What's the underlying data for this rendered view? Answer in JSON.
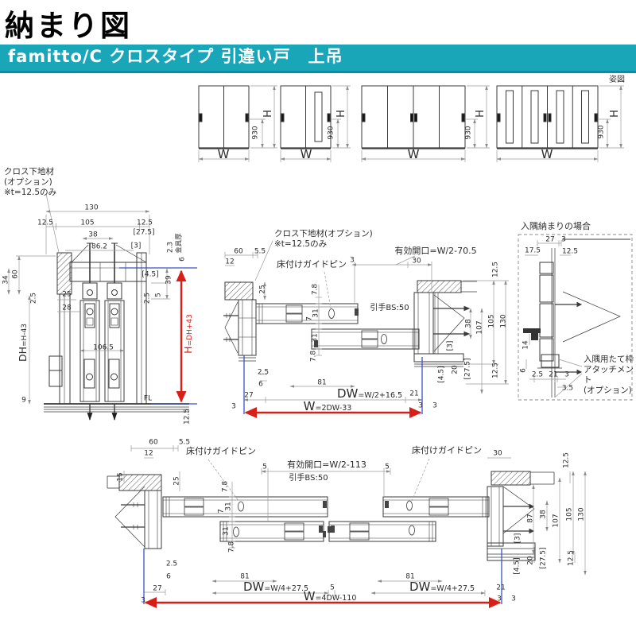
{
  "title": "納まり図",
  "header": {
    "product_line": "famitto/C クロスタイプ 引違い戸　上吊"
  },
  "corner_label": "姿図",
  "elevations": {
    "w": "W",
    "h": "H",
    "v930": "930"
  },
  "notes": {
    "cross_a": "クロス下地材\n(オプション)\n※t=12.5のみ",
    "cross_b": "クロス下地材(オプション)\n※t=12.5のみ",
    "guide_pin": "床付けガイドピン",
    "hikite": "引手BS:50",
    "kanagu": "金具厚",
    "fl": "FL",
    "irizumi_title": "入隅納まりの場合",
    "irizumi_note": "入隅用たて枠\nアタッチメント\n(オプション)"
  },
  "formulas": {
    "dw_big": "DW",
    "w_big": "W",
    "dh_big": "DH",
    "h_big": "H",
    "dw2_small": "=W/2+16.5",
    "w2_small": "=2DW-33",
    "dw4_small": "=W/4+27.5",
    "w4_small": "=4DW-110",
    "dh_small": "=H-43",
    "h_small": "=DH+43",
    "koko2": "有効開口=W/2-70.5",
    "koko4": "有効開口=W/2-113"
  },
  "dims": {
    "d130": "130",
    "d12_5": "12.5",
    "d105": "105",
    "d106_5": "106.5",
    "d38": "38",
    "d86_2": "86.2",
    "d2_3": "2.3",
    "d6": "6",
    "d60": "60",
    "d34": "34",
    "d39": "39",
    "d5": "5",
    "d2_5": "2.5",
    "d25": "25",
    "d28": "28",
    "d9": "9",
    "d5_5": "5.5",
    "d12": "12",
    "d27": "27",
    "d3": "3",
    "d30": "30",
    "d31": "31",
    "d7": "7",
    "d7_8": "7.8",
    "d81": "81",
    "d20": "20",
    "d21": "21",
    "d107": "107",
    "d15": "15",
    "d87": "87",
    "d14": "14",
    "d17_5": "17.5",
    "d3_5": "3.5",
    "b27_5": "[27.5]",
    "b3": "[3]",
    "b4_5": "[4.5]"
  }
}
